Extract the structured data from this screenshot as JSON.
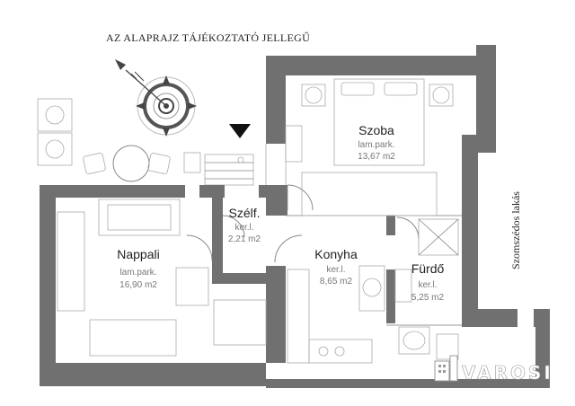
{
  "caption": "AZ ALAPRAJZ TÁJÉKOZTATÓ JELLEGŰ",
  "neighbor_label": "Szomszédos lakás",
  "brand": {
    "name": "VAROSI",
    "icon": "building-logo-icon"
  },
  "entrance_marker": "arrow-down-icon",
  "compass": "compass-rose-icon",
  "colors": {
    "wall": "#707070",
    "line": "#888888",
    "text": "#222222",
    "subtext": "#777777"
  },
  "rooms": {
    "szoba": {
      "name": "Szoba",
      "floor": "lam.park.",
      "area": "13,67 m2"
    },
    "szelf": {
      "name": "Szélf.",
      "floor": "ker.l.",
      "area": "2,21 m2"
    },
    "nappali": {
      "name": "Nappali",
      "floor": "lam.park.",
      "area": "16,90 m2"
    },
    "konyha": {
      "name": "Konyha",
      "floor": "ker.l.",
      "area": "8,65 m2"
    },
    "furdo": {
      "name": "Fürdő",
      "floor": "ker.l.",
      "area": "5,25 m2"
    }
  }
}
